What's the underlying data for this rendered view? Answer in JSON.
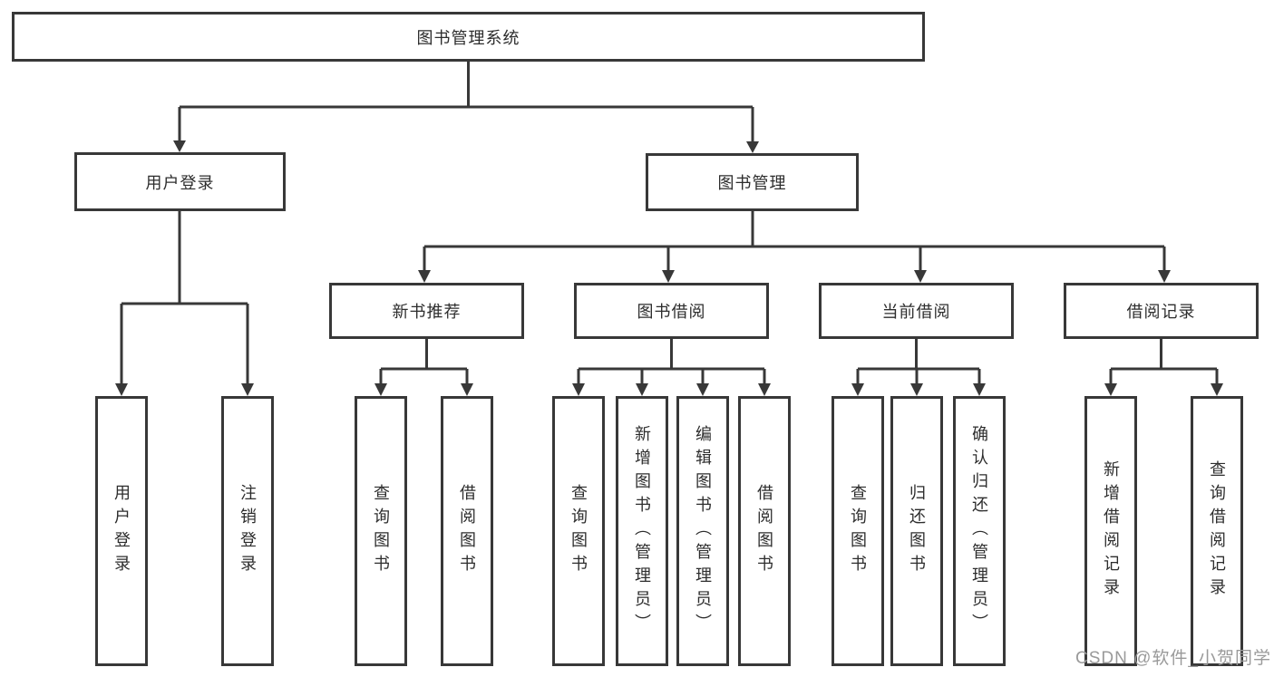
{
  "diagram": {
    "type": "hierarchy-flowchart",
    "root": {
      "label": "图书管理系统"
    },
    "branches": [
      {
        "label": "用户登录",
        "children": [
          {
            "label": "用户登录"
          },
          {
            "label": "注销登录"
          }
        ]
      },
      {
        "label": "图书管理",
        "children": [
          {
            "label": "新书推荐",
            "children": [
              {
                "label": "查询图书"
              },
              {
                "label": "借阅图书"
              }
            ]
          },
          {
            "label": "图书借阅",
            "children": [
              {
                "label": "查询图书"
              },
              {
                "label": "新增图书（管理员）"
              },
              {
                "label": "编辑图书（管理员）"
              },
              {
                "label": "借阅图书"
              }
            ]
          },
          {
            "label": "当前借阅",
            "children": [
              {
                "label": "查询图书"
              },
              {
                "label": "归还图书"
              },
              {
                "label": "确认归还（管理员）"
              }
            ]
          },
          {
            "label": "借阅记录",
            "children": [
              {
                "label": "新增借阅记录"
              },
              {
                "label": "查询借阅记录"
              }
            ]
          }
        ]
      }
    ],
    "watermark": "CSDN @软件_小贺同学",
    "colors": {
      "line": "#383838",
      "box_border": "#383838",
      "box_fill": "#ffffff",
      "text": "#2d2d2d",
      "watermark": "#9a9a9a",
      "background": "#ffffff"
    }
  }
}
